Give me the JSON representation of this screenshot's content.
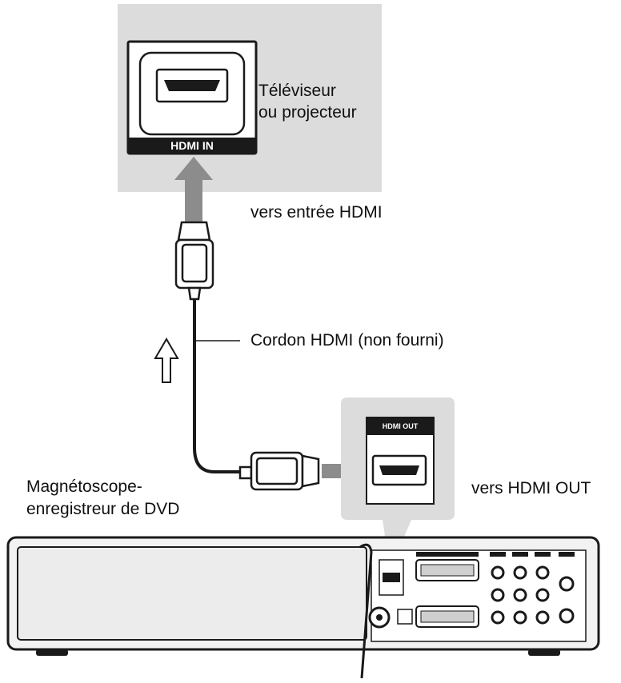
{
  "tv": {
    "port_label": "HDMI IN",
    "name_line1": "Téléviseur",
    "name_line2": "ou projecteur"
  },
  "labels": {
    "to_hdmi_in": "vers entrée HDMI",
    "cable": "Cordon HDMI (non fourni)",
    "to_hdmi_out": "vers HDMI OUT",
    "recorder_line1": "Magnétoscope-",
    "recorder_line2": "enregistreur de DVD"
  },
  "recorder": {
    "port_label": "HDMI OUT"
  },
  "colors": {
    "panel_gray": "#dcdcdc",
    "arrow_gray": "#8c8c8c",
    "line_dark": "#1a1a1a"
  }
}
